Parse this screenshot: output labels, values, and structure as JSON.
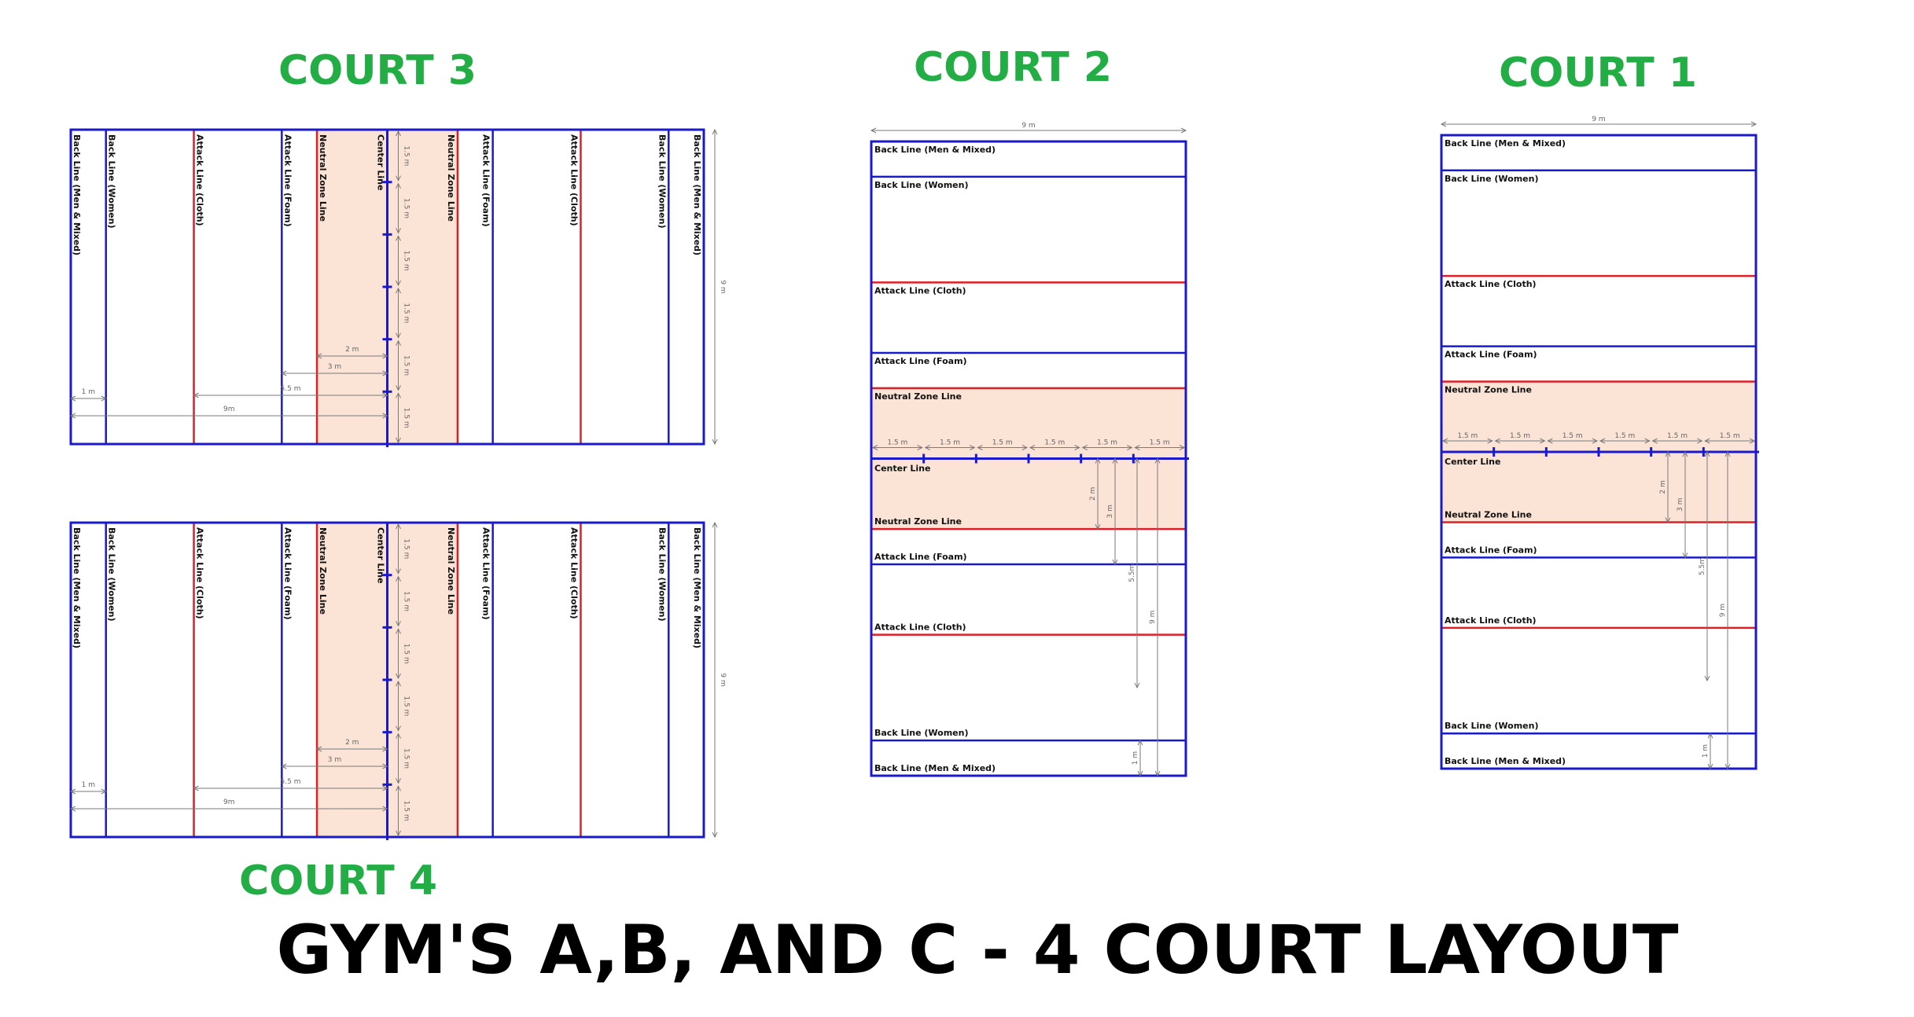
{
  "titles": {
    "court1": "COURT 1",
    "court2": "COURT 2",
    "court3": "COURT 3",
    "court4": "COURT 4",
    "main": "GYM'S A,B, AND C - 4 COURT LAYOUT"
  },
  "labels": {
    "back_men": "Back Line (Men & Mixed)",
    "back_women": "Back Line (Women)",
    "attack_cloth": "Attack Line (Cloth)",
    "attack_foam": "Attack Line (Foam)",
    "neutral": "Neutral Zone Line",
    "center": "Center Line"
  },
  "dimensions": {
    "m9": "9 m",
    "m9b": "9m",
    "m1_5": "1.5 m",
    "m2": "2 m",
    "m3": "3 m",
    "m5_5": "5.5 m",
    "m5_5b": "5.5m",
    "m1": "1 m"
  },
  "colors": {
    "title_green": "#22ad45",
    "line_blue": "#1a1acc",
    "line_red": "#dd1f26",
    "neutral_fill": "#fbe3d6",
    "dimension_gray": "#7a7a7a"
  }
}
